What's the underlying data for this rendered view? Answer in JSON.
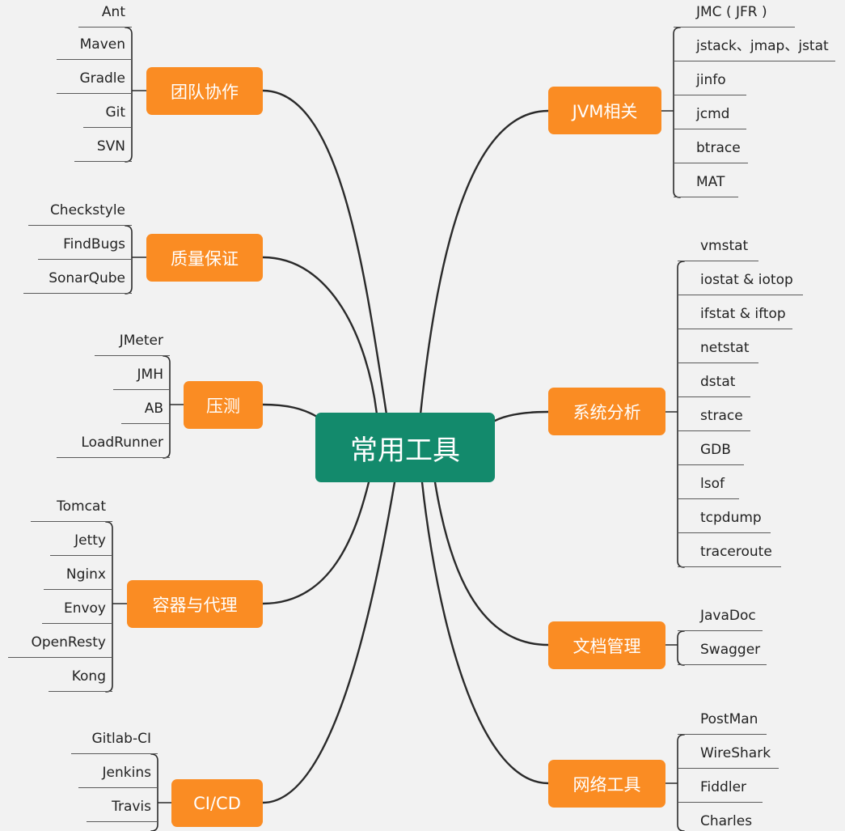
{
  "root": {
    "label": "常用工具"
  },
  "branches": {
    "team": {
      "label": "团队协作",
      "items": [
        "Ant",
        "Maven",
        "Gradle",
        "Git",
        "SVN"
      ]
    },
    "quality": {
      "label": "质量保证",
      "items": [
        "Checkstyle",
        "FindBugs",
        "SonarQube"
      ]
    },
    "stress": {
      "label": "压测",
      "items": [
        "JMeter",
        "JMH",
        "AB",
        "LoadRunner"
      ]
    },
    "container": {
      "label": "容器与代理",
      "items": [
        "Tomcat",
        "Jetty",
        "Nginx",
        "Envoy",
        "OpenResty",
        "Kong"
      ]
    },
    "cicd": {
      "label": "CI/CD",
      "items": [
        "Gitlab-CI",
        "Jenkins",
        "Travis"
      ]
    },
    "jvm": {
      "label": "JVM相关",
      "items": [
        "JMC ( JFR )",
        "jstack、jmap、jstat",
        "jinfo",
        "jcmd",
        "btrace",
        "MAT"
      ]
    },
    "system": {
      "label": "系统分析",
      "items": [
        "vmstat",
        "iostat & iotop",
        "ifstat & iftop",
        "netstat",
        "dstat",
        "strace",
        "GDB",
        "lsof",
        "tcpdump",
        "traceroute"
      ]
    },
    "docs": {
      "label": "文档管理",
      "items": [
        "JavaDoc",
        "Swagger"
      ]
    },
    "network": {
      "label": "网络工具",
      "items": [
        "PostMan",
        "WireShark",
        "Fiddler",
        "Charles"
      ]
    }
  },
  "colors": {
    "root": "#138a6c",
    "branch": "#fa8c23",
    "line": "#2a2a2a",
    "background": "#f2f2f2"
  }
}
